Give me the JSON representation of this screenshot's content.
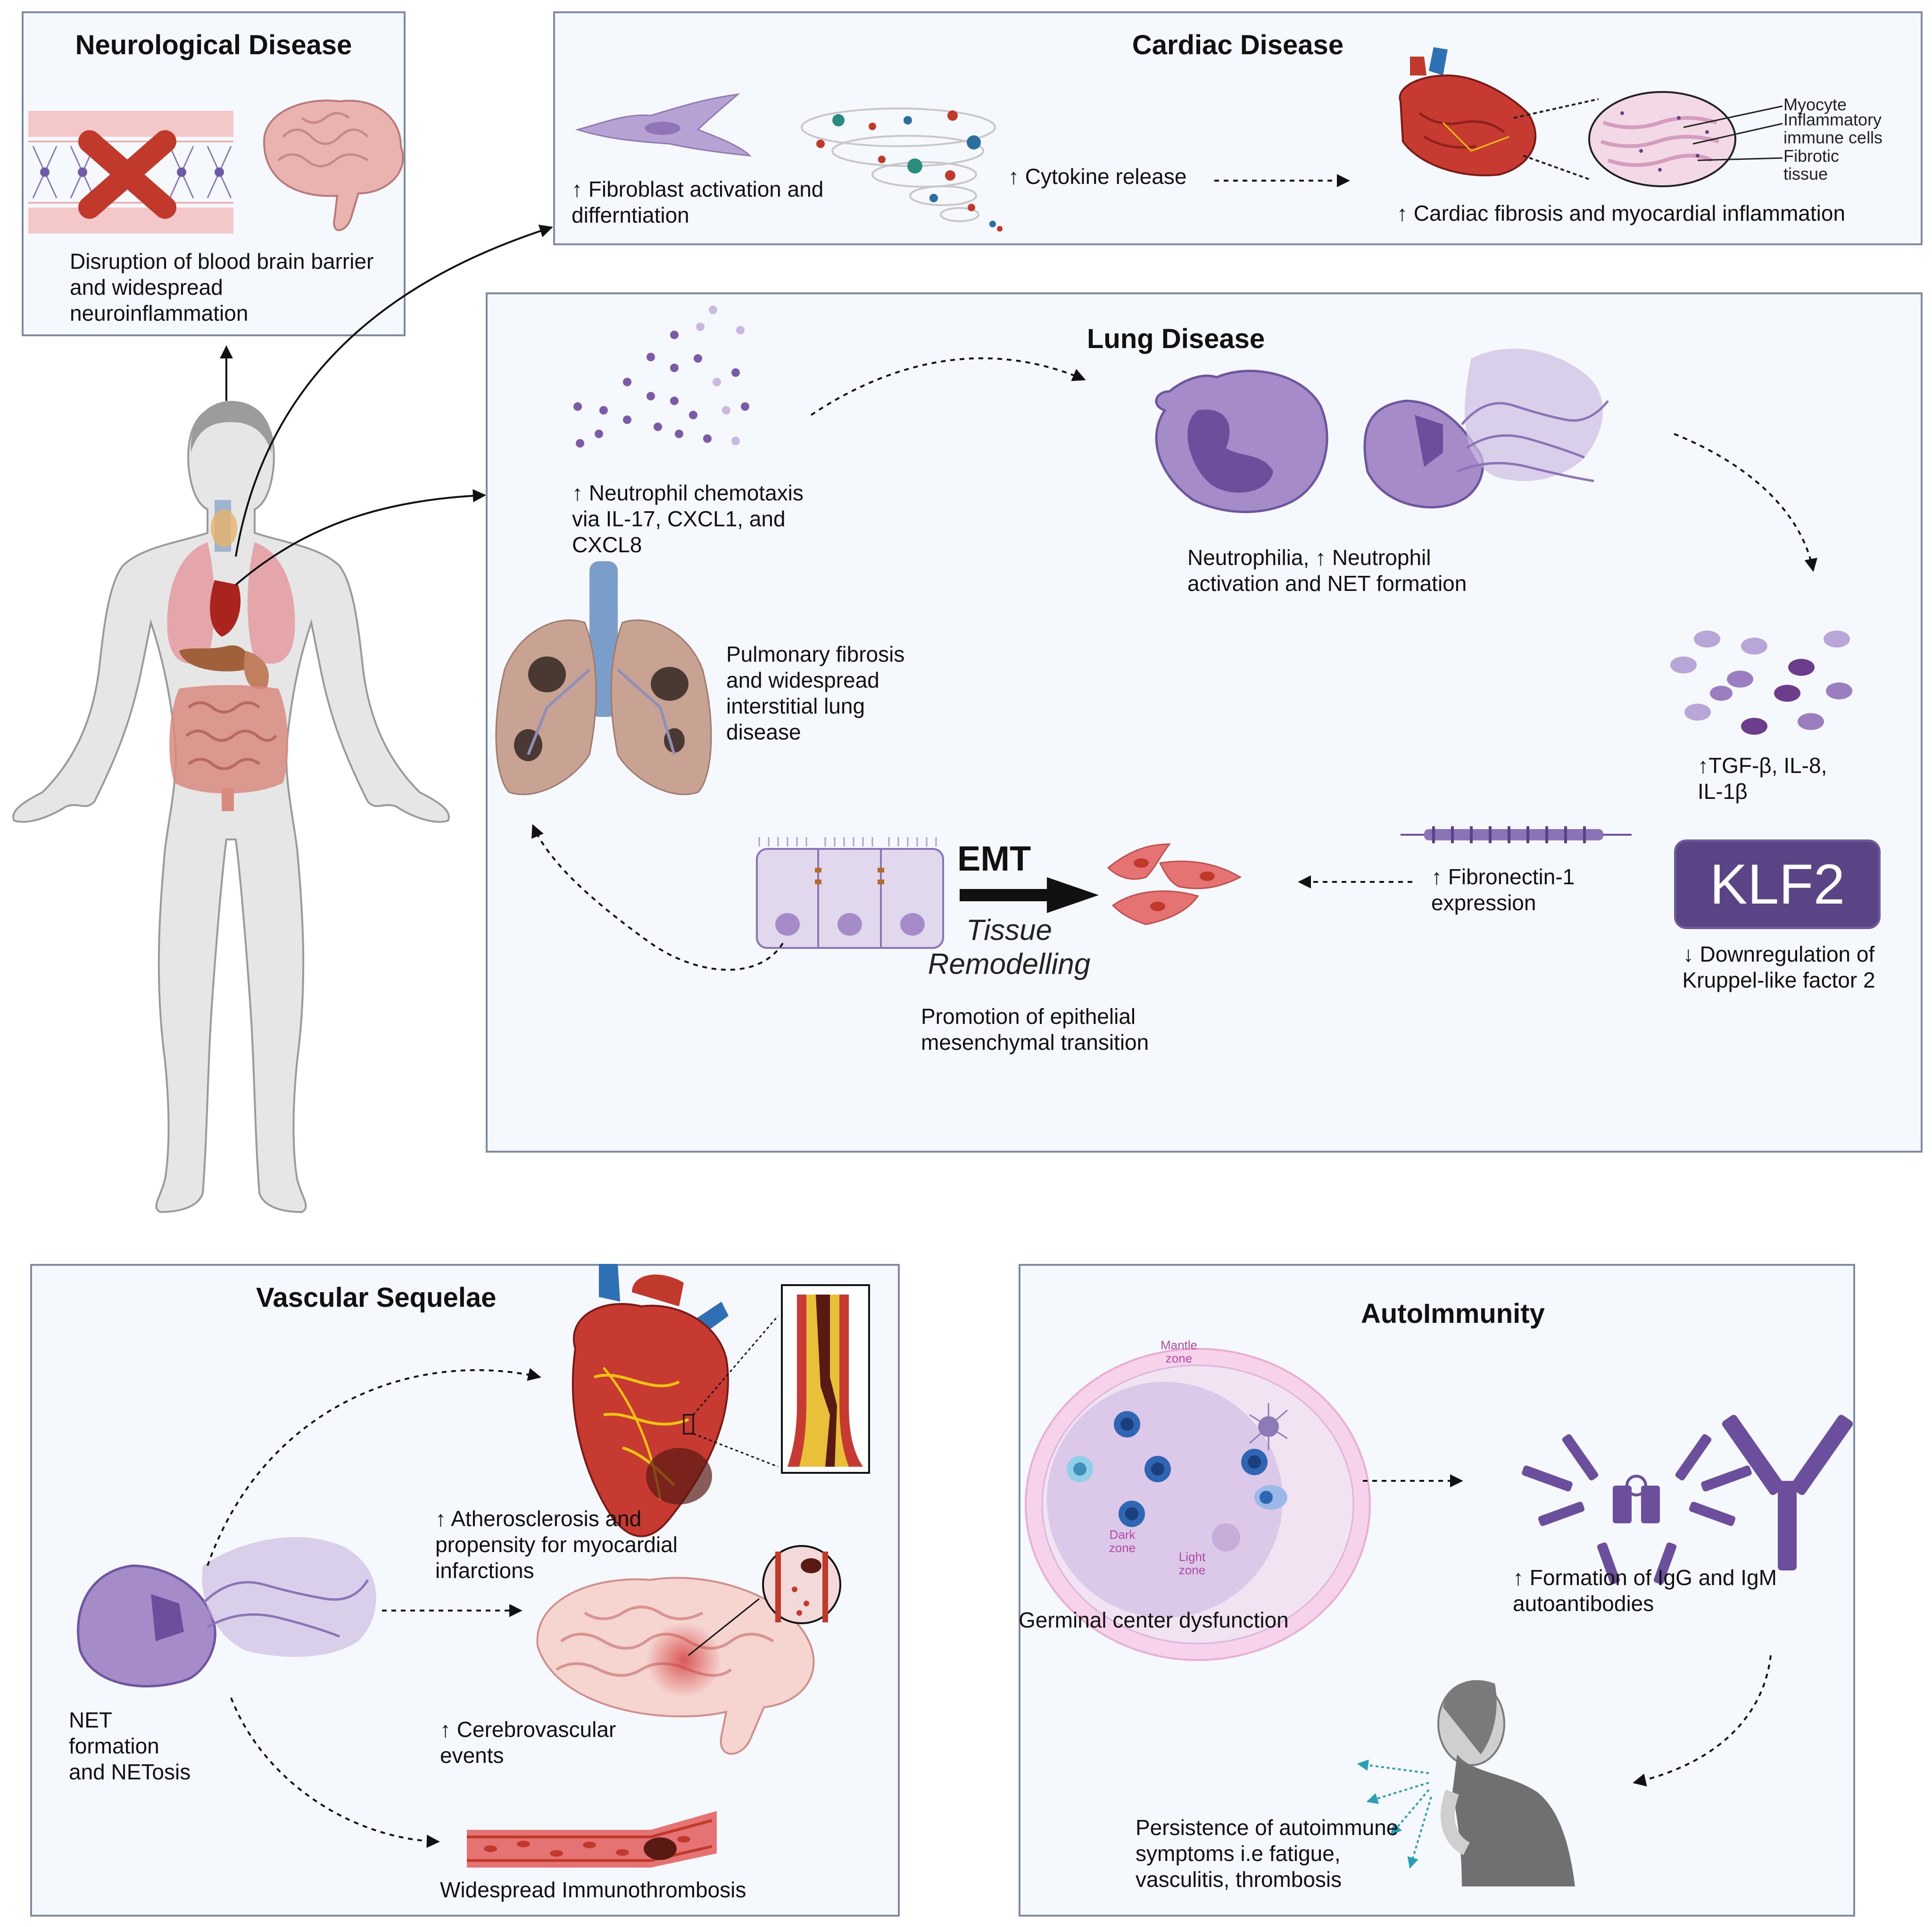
{
  "panels": {
    "neurological": {
      "title": "Neurological Disease",
      "caption": "Disruption of blood brain barrier\nand widespread\nneuroinflammation"
    },
    "cardiac": {
      "title": "Cardiac Disease",
      "fibroblast": "↑ Fibroblast activation and\ndifferntiation",
      "cytokine": "↑ Cytokine release",
      "fibrosis": "↑ Cardiac fibrosis and myocardial inflammation",
      "labels": {
        "myocyte": "Myocyte",
        "inflammatory": "Inflammatory\nimmune cells",
        "fibrotic": "Fibrotic\ntissue"
      }
    },
    "lung": {
      "title": "Lung Disease",
      "chemotaxis": "↑ Neutrophil chemotaxis\nvia IL-17, CXCL1, and\nCXCL8",
      "neutrophilia": "Neutrophilia, ↑ Neutrophil\nactivation and NET formation",
      "fibrosis": "Pulmonary fibrosis\nand widespread\ninterstitial lung\ndisease",
      "cytokines": "↑TGF-β, IL-8,\nIL-1β",
      "klf2": "KLF2",
      "klf2_caption": "↓ Downregulation of\nKruppel-like factor 2",
      "fibronectin": "↑ Fibronectin-1\nexpression",
      "emt": "EMT",
      "tissue": "Tissue\nRemodelling",
      "epithelial": "Promotion of epithelial\nmesenchymal transition"
    },
    "vascular": {
      "title": "Vascular Sequelae",
      "atherosclerosis": "↑ Atherosclerosis and\npropensity for myocardial\ninfarctions",
      "net": "NET\nformation\nand NETosis",
      "cerebro": "↑ Cerebrovascular\nevents",
      "immunothrombosis": "Widespread Immunothrombosis"
    },
    "autoimmunity": {
      "title": "AutoImmunity",
      "mantle": "Mantle\nzone",
      "dark": "Dark\nzone",
      "light": "Light\nzone",
      "germinal": "Germinal center dysfunction",
      "antibodies": "↑ Formation of IgG and IgM\nautoantibodies",
      "persistence": "Persistence of autoimmune\nsymptoms i.e fatigue,\nvasculitis, thrombosis"
    }
  }
}
